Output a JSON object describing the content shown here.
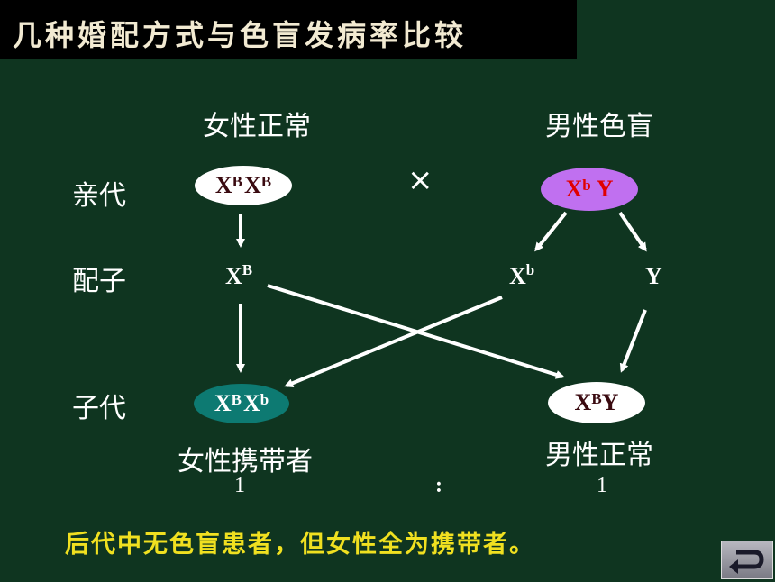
{
  "title": "几种婚配方式与色盲发病率比较",
  "parents": {
    "female_label": "女性正常",
    "male_label": "男性色盲",
    "female_genotype": {
      "base1": "X",
      "sup1": "B",
      "base2": "X",
      "sup2": "B"
    },
    "cross_symbol": "×",
    "male_genotype": {
      "base1": "X",
      "sup1": "b",
      "base2": "Y"
    }
  },
  "row_labels": {
    "parent": "亲代",
    "gamete": "配子",
    "offspring": "子代"
  },
  "gametes": {
    "female": {
      "base": "X",
      "sup": "B"
    },
    "male1": {
      "base": "X",
      "sup": "b"
    },
    "male2": "Y"
  },
  "offspring": {
    "female_genotype": {
      "base1": "X",
      "sup1": "B",
      "base2": "X",
      "sup2": "b"
    },
    "female_label": "女性携带者",
    "male_genotype": {
      "base1": "X",
      "sup1": "B",
      "base2": "Y"
    },
    "male_label": "男性正常"
  },
  "ratio": {
    "left": "1",
    "sep": ":",
    "right": "1"
  },
  "footer": "后代中无色盲患者，但女性全为携带者。",
  "colors": {
    "background": "#0f3520",
    "title_bar": "#000000",
    "oval_white": "#ffffff",
    "oval_purple": "#c070f0",
    "oval_teal": "#0d7a72",
    "footer_text": "#f0e020",
    "text_dark": "#3a0a10",
    "text_red": "#e00000"
  },
  "nav": {
    "back_icon": "return-arrow-icon"
  }
}
